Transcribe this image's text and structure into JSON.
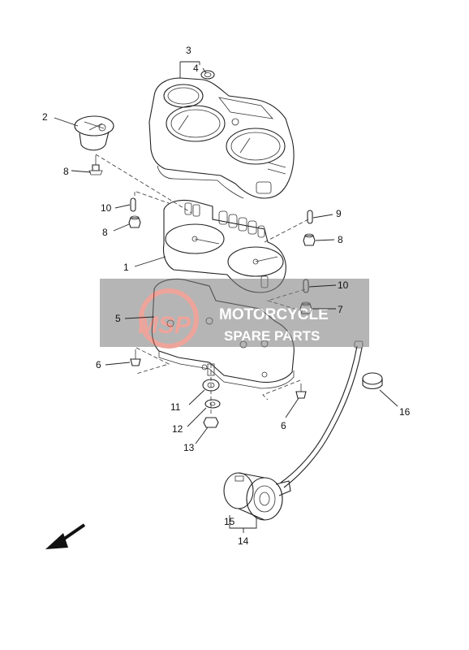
{
  "diagram": {
    "callouts": [
      {
        "id": "c1",
        "text": "1"
      },
      {
        "id": "c2",
        "text": "2"
      },
      {
        "id": "c3",
        "text": "3"
      },
      {
        "id": "c4",
        "text": "4"
      },
      {
        "id": "c5",
        "text": "5"
      },
      {
        "id": "c6a",
        "text": "6"
      },
      {
        "id": "c6b",
        "text": "6"
      },
      {
        "id": "c7",
        "text": "7"
      },
      {
        "id": "c8a",
        "text": "8"
      },
      {
        "id": "c8b",
        "text": "8"
      },
      {
        "id": "c8c",
        "text": "8"
      },
      {
        "id": "c9",
        "text": "9"
      },
      {
        "id": "c10a",
        "text": "10"
      },
      {
        "id": "c10b",
        "text": "10"
      },
      {
        "id": "c11",
        "text": "11"
      },
      {
        "id": "c12",
        "text": "12"
      },
      {
        "id": "c13",
        "text": "13"
      },
      {
        "id": "c14",
        "text": "14"
      },
      {
        "id": "c15",
        "text": "15"
      },
      {
        "id": "c16",
        "text": "16"
      }
    ]
  },
  "watermark": {
    "logo": "MSP",
    "line1": "MOTORCYCLE",
    "line2": "SPARE PARTS",
    "color_band": "#7a7a7a",
    "color_logo": "#e05a4a"
  },
  "icons": {
    "direction_arrow": "front-direction-arrow-icon"
  }
}
